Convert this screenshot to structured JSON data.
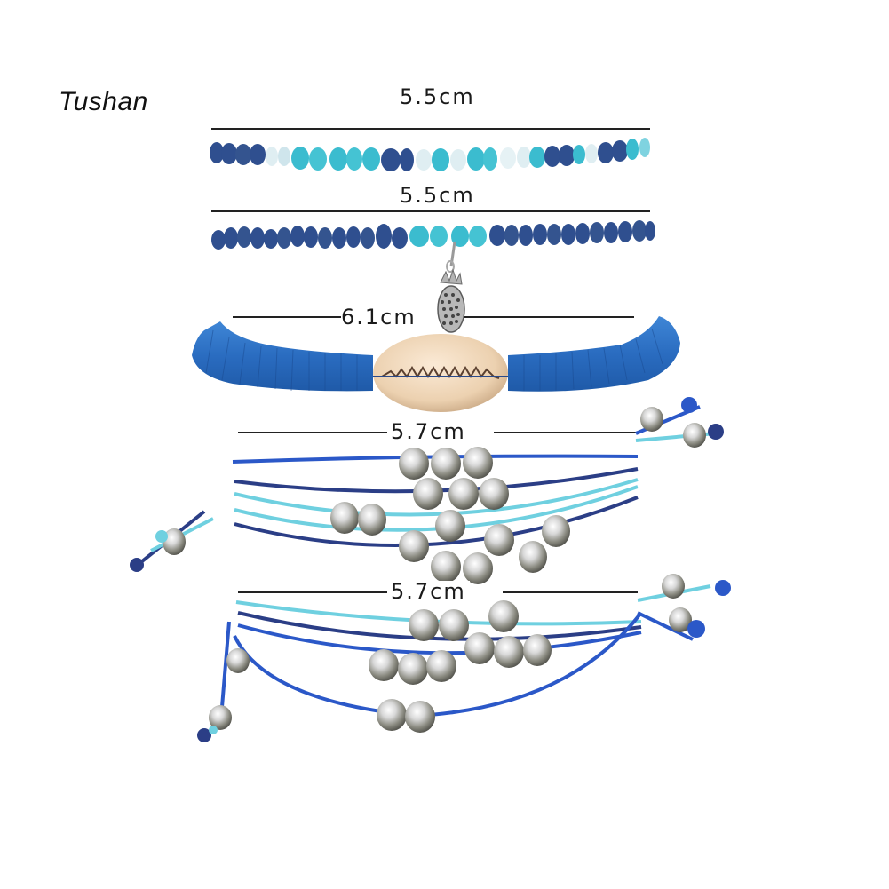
{
  "watermark": "Tushan",
  "colors": {
    "navy": "#2f4f8f",
    "dark_navy": "#24356e",
    "turquoise": "#3bbccf",
    "light_turquoise": "#7fd3e0",
    "clear_bead": "#dfeef2",
    "royal_blue": "#2a6cc0",
    "cord_blue": "#2b58c8",
    "cord_light": "#6fd0e0",
    "cord_navy": "#2b3e86",
    "shell": "#ecd3b4",
    "silver": "#bfbfbf",
    "line": "#222222"
  },
  "bracelets": [
    {
      "id": 1,
      "name": "seed-bead-mixed",
      "measurement": "5.5cm",
      "description": "Navy, turquoise and clear seed beads"
    },
    {
      "id": 2,
      "name": "seed-bead-pineapple",
      "measurement": "5.5cm",
      "description": "Navy seed beads with turquoise center and silver pineapple charm"
    },
    {
      "id": 3,
      "name": "heishi-cowrie",
      "measurement": "6.1cm",
      "description": "Blue polymer clay disc beads with cowrie shell"
    },
    {
      "id": 4,
      "name": "cord-silver-beads-1",
      "measurement": "5.7cm",
      "description": "Multi-strand waxed cord with silver beads"
    },
    {
      "id": 5,
      "name": "cord-silver-beads-2",
      "measurement": "5.7cm",
      "description": "Multi-strand waxed cord with silver beads"
    }
  ]
}
